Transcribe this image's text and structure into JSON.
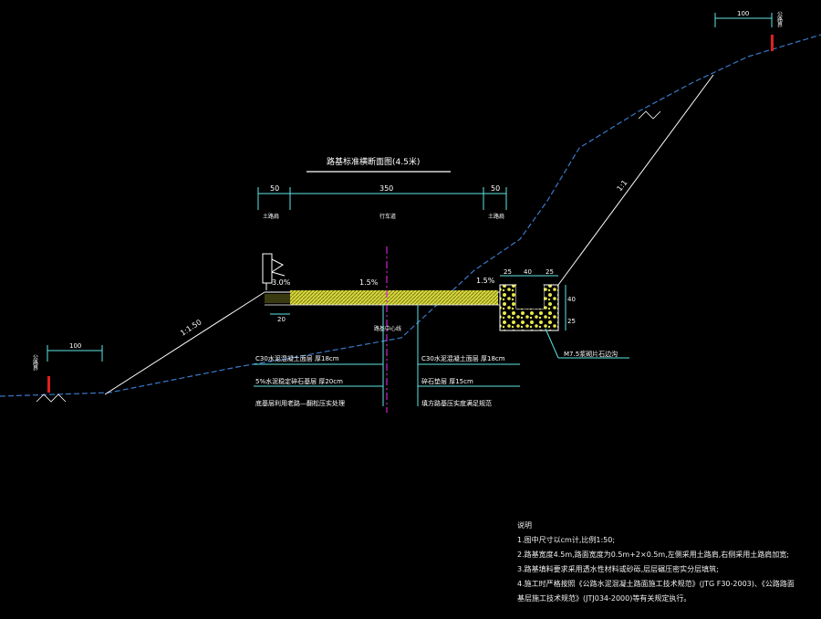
{
  "title": "路基标准横断面图(4.5米)",
  "dims_top": {
    "left": "50",
    "middle": "350",
    "right": "50"
  },
  "top_labels": {
    "left": "土路肩",
    "middle": "行车道",
    "right": "土路肩"
  },
  "slopes": {
    "shoulder": "3.0%",
    "road": "1.5%",
    "right": "1.5%"
  },
  "ratios": {
    "fill": "1:1.50",
    "cut": "1:1"
  },
  "dim_20": "20",
  "ditch_dims": {
    "a": "25",
    "b": "40",
    "c": "25",
    "h1": "40",
    "h2": "25"
  },
  "ditch_label": "M7.5浆砌片石边沟",
  "centerline_label": "路基中心线",
  "left_layers": [
    "C30水泥混凝土面层  厚18cm",
    "5%水泥稳定碎石基层  厚20cm",
    "底基层利用老路—翻松压实处理"
  ],
  "right_layers": [
    "C30水泥混凝土面层  厚18cm",
    "碎石垫层  厚15cm",
    "填方路基压实度满足规范"
  ],
  "dim_100": "100",
  "boundary_label": "公路界",
  "notes_title": "说明",
  "notes": [
    "1.图中尺寸以cm计,比例1:50;",
    "2.路基宽度4.5m,路面宽度为0.5m+2×0.5m,左侧采用土路肩,右侧采用土路肩加宽;",
    "3.路基填料要求采用透水性材料或砂砾,层层碾压密实分层填筑;",
    "4.施工时严格按照《公路水泥混凝土路面施工技术规范》(JTG F30-2003)、《公路路面",
    "  基层施工技术规范》(JTJ034-2000)等有关规定执行。"
  ],
  "colors": {
    "cyan": "#5fe6e6",
    "yellow": "#e8e84a",
    "magenta": "#d020d0",
    "red": "#e02020",
    "ground": "#3a78c8"
  }
}
